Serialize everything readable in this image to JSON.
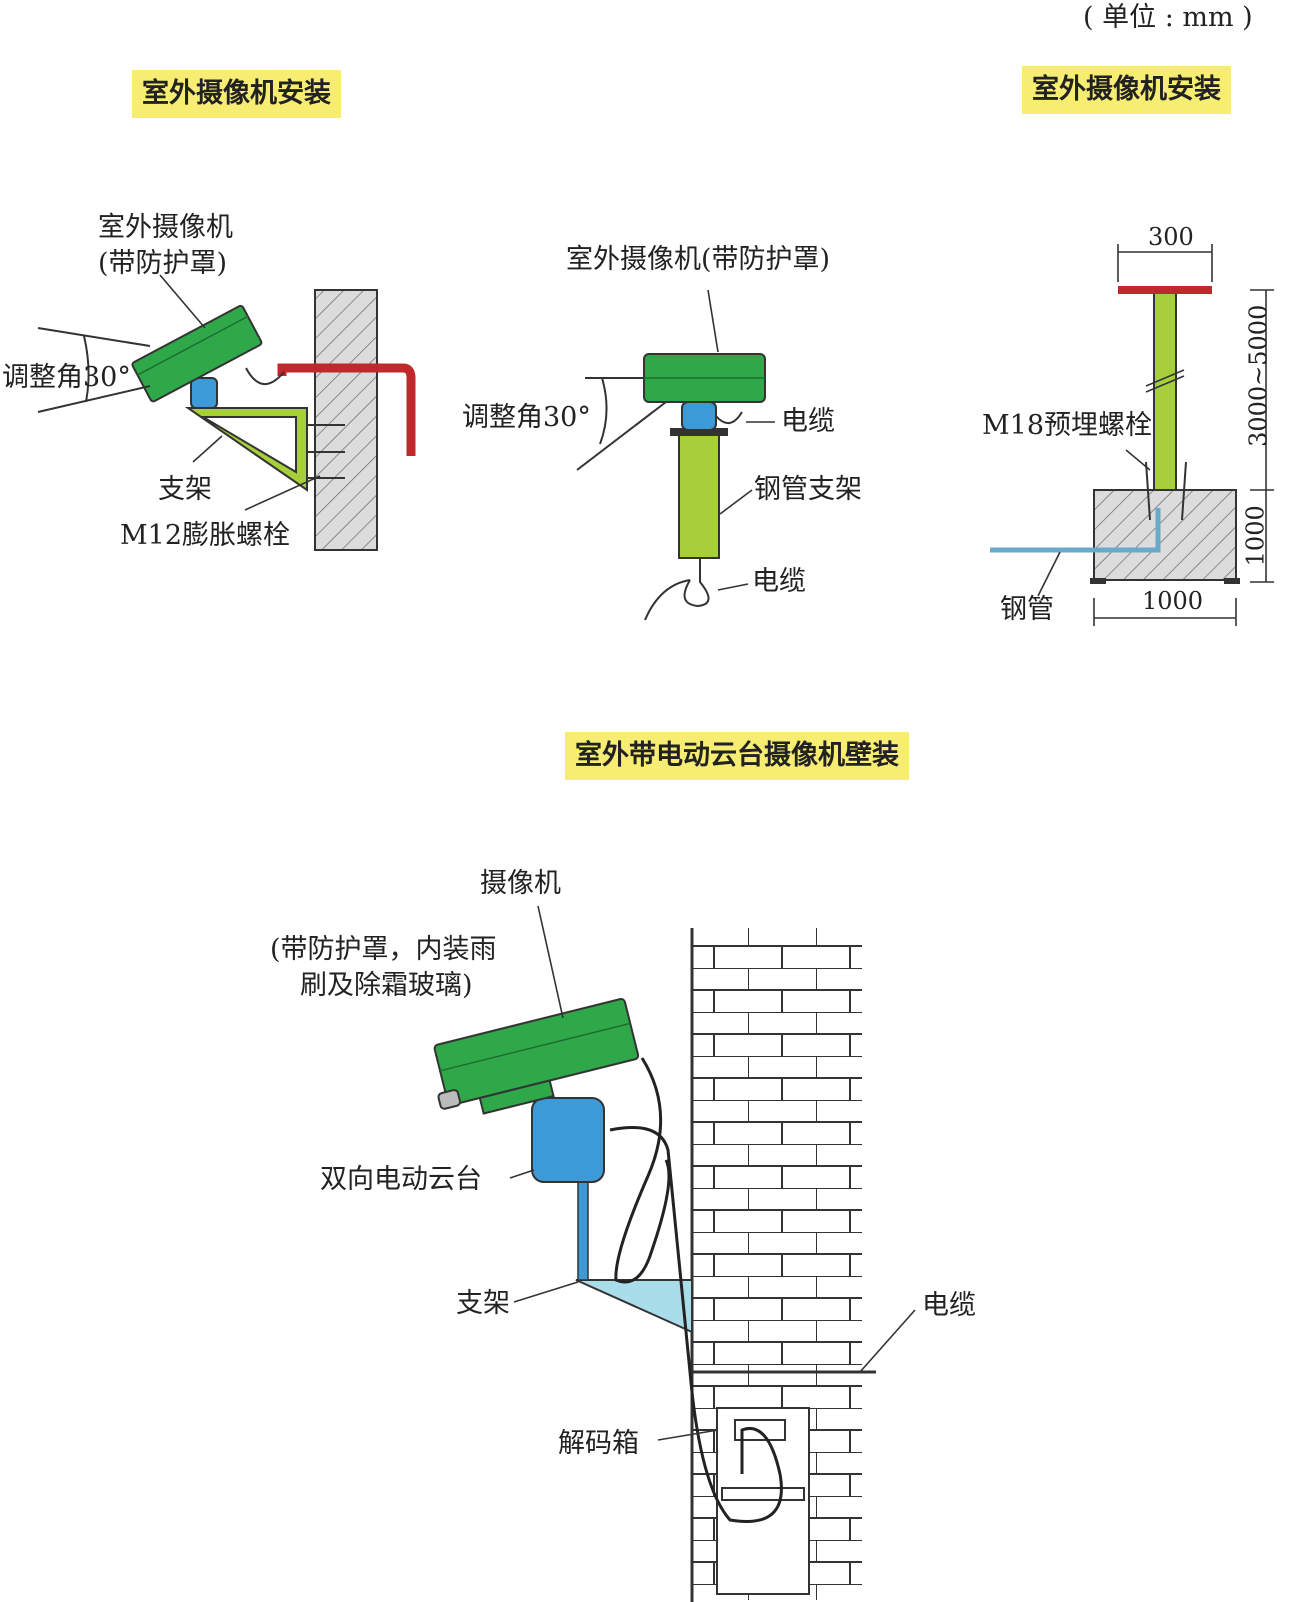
{
  "unit_note": "( 单位 : mm )",
  "titles": {
    "wall_mount": "室外摄像机安装",
    "pole_mount": "室外摄像机安装",
    "ptz_wall": "室外带电动云台摄像机壁装"
  },
  "fig1": {
    "camera": "室外摄像机",
    "camera_sub": "(带防护罩)",
    "angle": "调整角30°",
    "bracket": "支架",
    "bolt": "M12膨胀螺栓"
  },
  "fig2": {
    "camera": "室外摄像机(带防护罩)",
    "angle": "调整角30°",
    "cable_top": "电缆",
    "pipe": "钢管支架",
    "cable_bottom": "电缆"
  },
  "fig3": {
    "dim_top": "300",
    "dim_height": "3000~5000",
    "bolt": "M18预埋螺栓",
    "dim_base_h": "1000",
    "dim_base_w": "1000",
    "pipe": "钢管"
  },
  "fig4": {
    "camera": "摄像机",
    "camera_sub1": "(带防护罩，内装雨",
    "camera_sub2": "刷及除霜玻璃)",
    "ptz": "双向电动云台",
    "bracket": "支架",
    "cable": "电缆",
    "decoder": "解码箱"
  },
  "colors": {
    "title_bg": "#f7ed73",
    "camera_green": "#2fa84a",
    "pole_green": "#a6cf3a",
    "ptz_blue": "#3c9ad6",
    "bracket_lightblue": "#a9dde9",
    "wall_red": "#c0282c",
    "wall_hatch": "#cfcfcf"
  }
}
